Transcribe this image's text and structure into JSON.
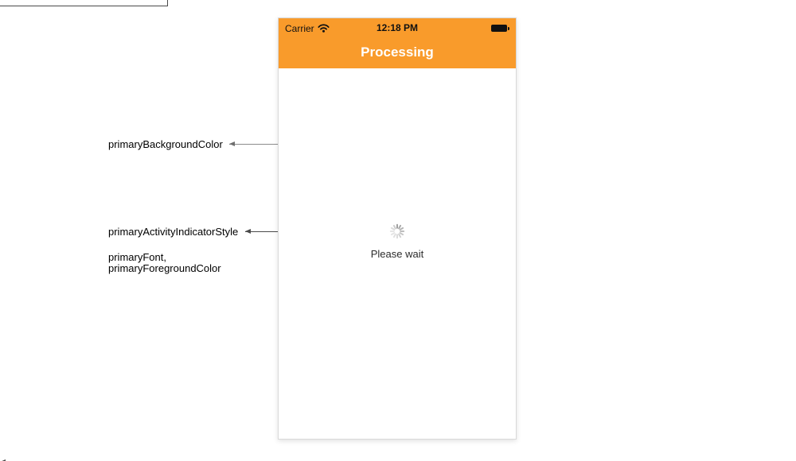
{
  "annotations": {
    "background": "primaryBackgroundColor",
    "indicator": "primaryActivityIndicatorStyle",
    "font_line1": "primaryFont,",
    "font_line2": "primaryForegroundColor"
  },
  "phone": {
    "status_bar": {
      "carrier": "Carrier",
      "time": "12:18 PM",
      "wifi_icon": "wifi-icon",
      "battery_icon": "battery-icon"
    },
    "nav_bar": {
      "title": "Processing"
    },
    "content": {
      "spinner_icon": "activity-indicator-icon",
      "message": "Please wait"
    }
  },
  "colors": {
    "header_orange": "#F99B2B",
    "nav_title_white": "#FFFFFF",
    "status_text_black": "#111111",
    "message_text": "#2B2B2B",
    "spinner_gray": "#9B9B9B",
    "annotation_text": "#000000",
    "arrow_gray": "#8C8C8C",
    "arrow_dark": "#4A4A4A",
    "phone_border": "#D9D9D9"
  }
}
